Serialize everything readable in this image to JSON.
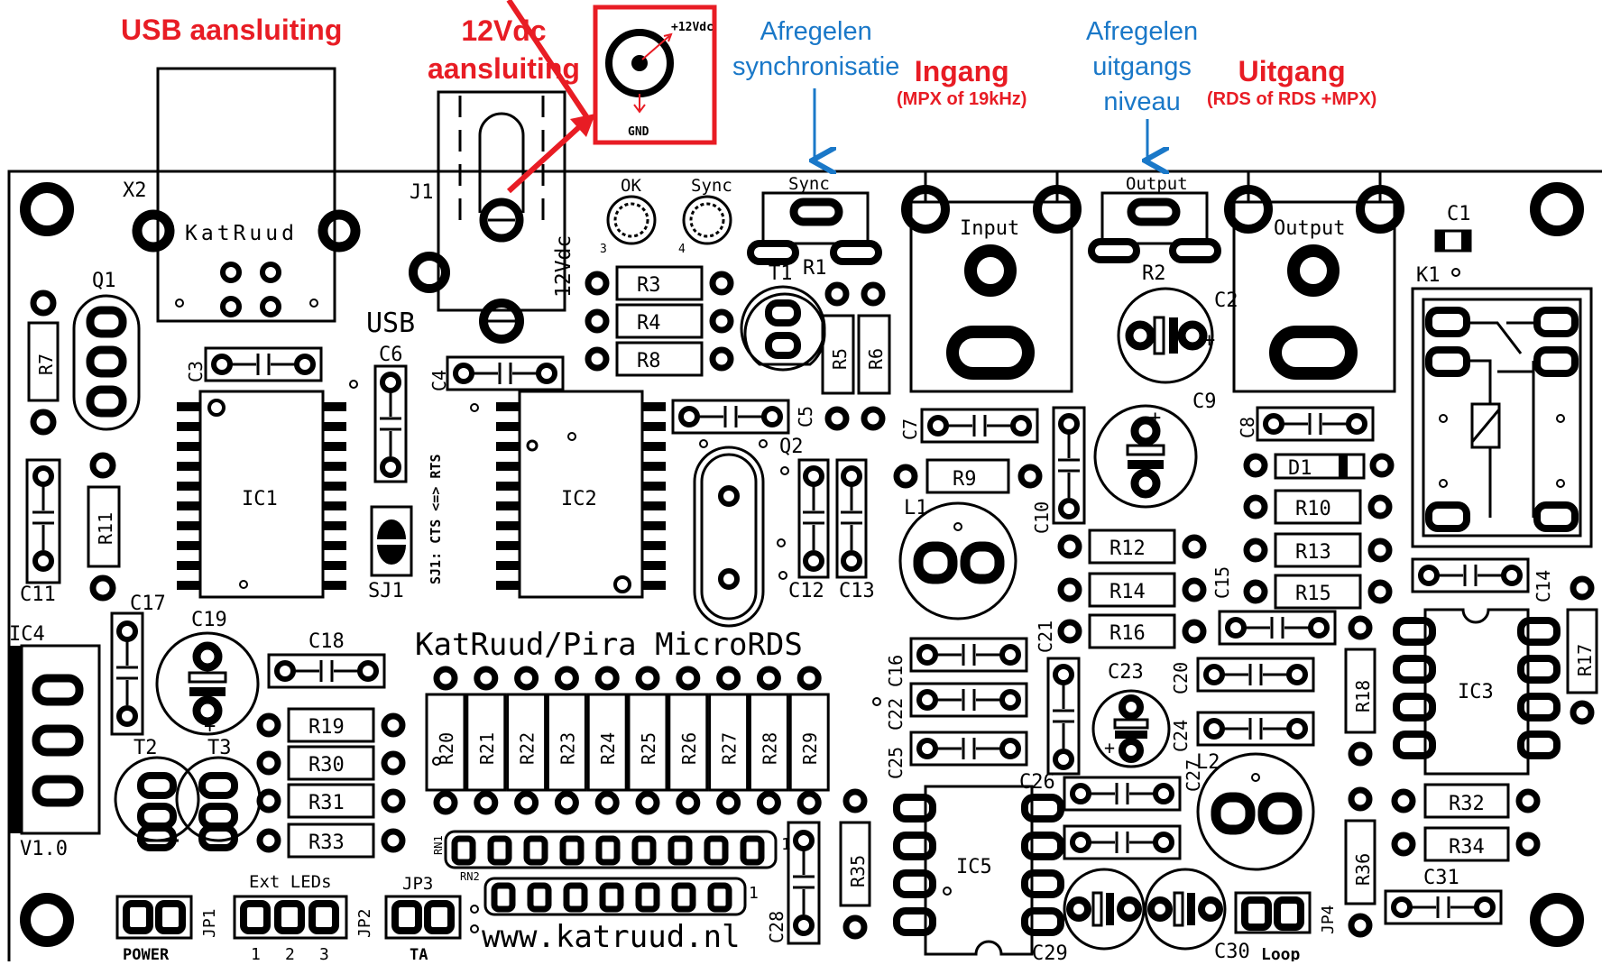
{
  "callouts": {
    "usb": "USB aansluiting",
    "dc_line1": "12Vdc",
    "dc_line2": "aansluiting",
    "sync_line1": "Afregelen",
    "sync_line2": "synchronisatie",
    "input_title": "Ingang",
    "input_sub": "(MPX of 19kHz)",
    "level_line1": "Afregelen",
    "level_line2": "uitgangs",
    "level_line3": "niveau",
    "output_title": "Uitgang",
    "output_sub": "(RDS of RDS +MPX)"
  },
  "dc_jack": {
    "plus": "+12Vdc",
    "gnd": "GND"
  },
  "board": {
    "title": "KatRuud/Pira MicroRDS",
    "website": "www.katruud.nl",
    "version": "V1.0",
    "usb_brand": "KatRuud",
    "usb_label": "USB",
    "dc_label": "12Vdc",
    "sj1_text": "SJ1: CTS <=> RTS",
    "input_jack": "Input",
    "output_jack": "Output",
    "pot_sync": "Sync",
    "pot_output": "Output",
    "led_ok": "OK",
    "led_sync": "Sync",
    "led_pin3": "3",
    "led_pin4": "4",
    "ext_leds": "Ext LEDs",
    "ext_1": "1",
    "ext_2": "2",
    "ext_3": "3",
    "power": "POWER",
    "ta": "TA",
    "loop": "Loop",
    "pin1": "1"
  },
  "refs": {
    "X2": "X2",
    "J1": "J1",
    "Q1": "Q1",
    "Q2": "Q2",
    "T1": "T1",
    "T2": "T2",
    "T3": "T3",
    "IC1": "IC1",
    "IC2": "IC2",
    "IC3": "IC3",
    "IC4": "IC4",
    "IC5": "IC5",
    "L1": "L1",
    "L2": "L2",
    "K1": "K1",
    "D1": "D1",
    "SJ1": "SJ1",
    "JP1": "JP1",
    "JP2": "JP2",
    "JP3": "JP3",
    "JP4": "JP4",
    "RN1": "RN1",
    "RN2": "RN2",
    "R1": "R1",
    "R2": "R2",
    "R3": "R3",
    "R4": "R4",
    "R5": "R5",
    "R6": "R6",
    "R7": "R7",
    "R8": "R8",
    "R9": "R9",
    "R10": "R10",
    "R11": "R11",
    "R12": "R12",
    "R13": "R13",
    "R14": "R14",
    "R15": "R15",
    "R16": "R16",
    "R17": "R17",
    "R18": "R18",
    "R19": "R19",
    "R20": "R20",
    "R21": "R21",
    "R22": "R22",
    "R23": "R23",
    "R24": "R24",
    "R25": "R25",
    "R26": "R26",
    "R27": "R27",
    "R28": "R28",
    "R29": "R29",
    "R30": "R30",
    "R31": "R31",
    "R32": "R32",
    "R33": "R33",
    "R34": "R34",
    "R35": "R35",
    "R36": "R36",
    "C1": "C1",
    "C2": "C2",
    "C3": "C3",
    "C4": "C4",
    "C5": "C5",
    "C6": "C6",
    "C7": "C7",
    "C8": "C8",
    "C9": "C9",
    "C10": "C10",
    "C11": "C11",
    "C12": "C12",
    "C13": "C13",
    "C14": "C14",
    "C15": "C15",
    "C16": "C16",
    "C17": "C17",
    "C18": "C18",
    "C19": "C19",
    "C20": "C20",
    "C21": "C21",
    "C22": "C22",
    "C23": "C23",
    "C24": "C24",
    "C25": "C25",
    "C26": "C26",
    "C27": "C27",
    "C28": "C28",
    "C29": "C29",
    "C30": "C30",
    "C31": "C31"
  },
  "colors": {
    "callout_red": "#e81c24",
    "callout_blue": "#1a78c8",
    "silk": "#000000",
    "board": "#ffffff"
  }
}
